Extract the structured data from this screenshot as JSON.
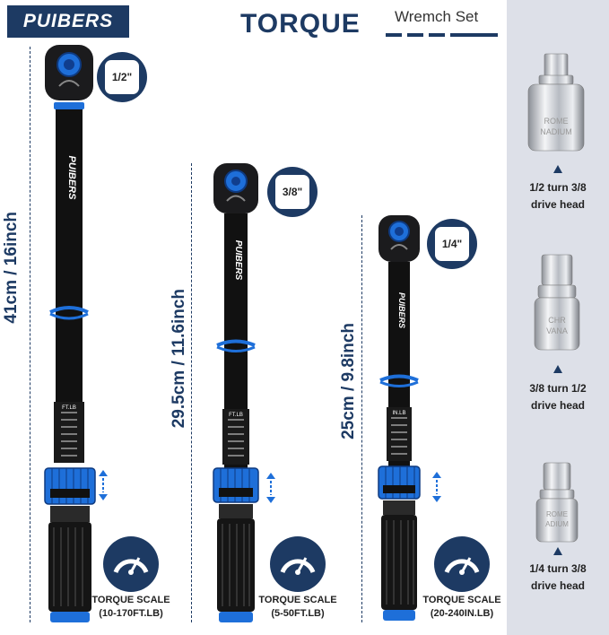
{
  "header": {
    "logo": "PUIBERS",
    "title": "TORQUE",
    "subtitle": "Wremch Set"
  },
  "wrenches": [
    {
      "size": "1/2\"",
      "brand": "PUIBERS",
      "scale_unit": "FT.LB",
      "dimension": "41cm / 16inch",
      "scale_title": "TORQUE SCALE",
      "scale_range": "(10-170FT.LB)"
    },
    {
      "size": "3/8\"",
      "brand": "PUIBERS",
      "scale_unit": "FT.LB",
      "dimension": "29.5cm / 11.6inch",
      "scale_title": "TORQUE SCALE",
      "scale_range": "(5-50FT.LB)"
    },
    {
      "size": "1/4\"",
      "brand": "PUIBERS",
      "scale_unit": "IN.LB",
      "dimension": "25cm / 9.8inch",
      "scale_title": "TORQUE SCALE",
      "scale_range": "(20-240IN.LB)"
    }
  ],
  "adapters": [
    {
      "line1": "1/2 turn 3/8",
      "line2": "drive head"
    },
    {
      "line1": "3/8 turn 1/2",
      "line2": "drive head"
    },
    {
      "line1": "1/4 turn 3/8",
      "line2": "drive head"
    }
  ],
  "colors": {
    "brand": "#1d3a63",
    "accent": "#1e6fd9",
    "panel": "#dde0e8"
  }
}
